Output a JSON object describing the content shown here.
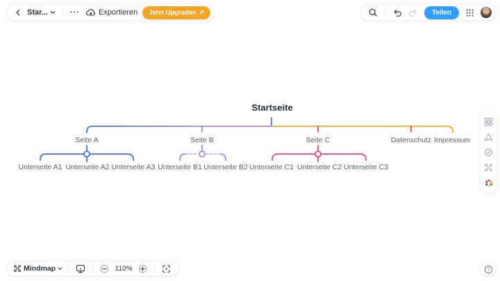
{
  "topbar_left": {
    "back_icon": "‹",
    "doc_title": "Star...",
    "more_icon": "···",
    "export_label": "Exportieren",
    "upgrade_label": "Jetzt Upgraden",
    "upgrade_arrow": "↗"
  },
  "topbar_right": {
    "share_label": "Teilen"
  },
  "right_panel": {
    "icons": [
      "layout-grid",
      "paper-plane",
      "check-circle",
      "expand-arrows",
      "color-wheel"
    ]
  },
  "bottom_toolbar": {
    "mode_label": "Mindmap",
    "zoom_out_label": "−",
    "zoom_level": "110%",
    "zoom_in_label": "+"
  },
  "help": {
    "label": "?"
  },
  "mindmap": {
    "root": "Startseite",
    "branches": [
      {
        "label": "Seite A",
        "color": "#3e6fe1",
        "children": [
          "Unterseite A1",
          "Unterseite A2",
          "Unterseite A3"
        ]
      },
      {
        "label": "Seite B",
        "color": "#a583f2",
        "children": [
          "Unterseite B1",
          "Unterseite B2"
        ]
      },
      {
        "label": "Seite C",
        "color": "#f43f75",
        "children": [
          "Unterseite C1",
          "Unterseite C2",
          "Unterseite C3"
        ]
      },
      {
        "label": "Datenschutz",
        "color": "#ef4444",
        "children": []
      },
      {
        "label": "Impressum",
        "color": "#ffa629",
        "children": []
      }
    ],
    "colors": {
      "blue": "#3e6fe1",
      "root_blue": "#3c7bf6",
      "purple": "#a583f2",
      "purple_dash": "#c3aff7",
      "pink": "#f43f75",
      "red": "#ef4444",
      "orange": "#ffa629"
    },
    "zoom": "110%"
  },
  "accents": {
    "share_blue": "#2f9eff",
    "upgrade_orange": "#f6a426"
  }
}
